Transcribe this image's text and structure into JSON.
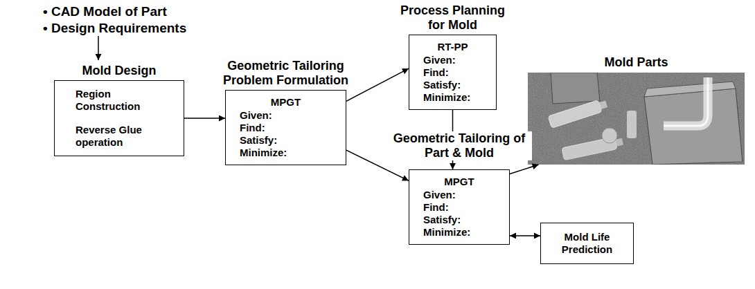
{
  "diagram": {
    "nodes": [
      {
        "text": [
          "Mold Design",
          "Region Construction",
          "Reverse Glue operation"
        ]
      },
      {
        "text": [
          "Geometric Tailoring Problem Formulation",
          "MPGT",
          "Given:",
          "Find:",
          "Satisfy:",
          "Minimize:"
        ]
      },
      {
        "text": [
          "Process Planning for Mold",
          "RT-PP",
          "Given:",
          "Find:",
          "Satisfy:",
          "Minimize:"
        ]
      },
      {
        "text": [
          "Geometric Tailoring of Part & Mold",
          "MPGT",
          "Given:",
          "Find:",
          "Satisfy:",
          "Minimize:"
        ]
      },
      {
        "text": [
          "Mold Parts"
        ]
      },
      {
        "text": [
          "Mold Life Prediction"
        ]
      }
    ],
    "edges": [
      {
        "from": 0,
        "to": 1,
        "arrow": "to"
      },
      {
        "from": 1,
        "to": 2,
        "arrow": "to"
      },
      {
        "from": 1,
        "to": 3,
        "arrow": "to"
      },
      {
        "from": 2,
        "to": 3,
        "arrow": "to"
      },
      {
        "from": 3,
        "to": 4,
        "arrow": "to"
      },
      {
        "from": 3,
        "to": 5,
        "arrow": "both"
      }
    ],
    "labels": [
      "• CAD Model of Part",
      "• Design Requirements"
    ]
  }
}
